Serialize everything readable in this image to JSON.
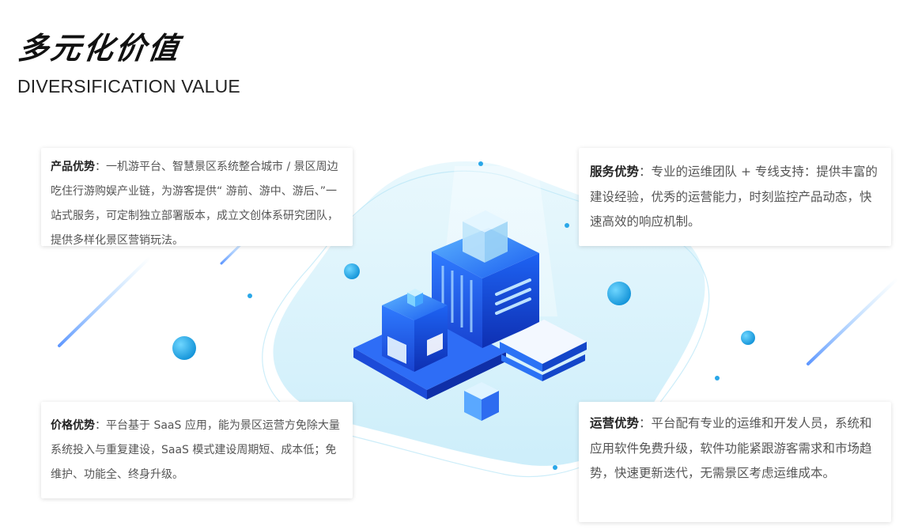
{
  "header": {
    "title": "多元化价值",
    "subtitle": "DIVERSIFICATION VALUE"
  },
  "cards": {
    "product": {
      "label": "产品优势",
      "text": "：一机游平台、智慧景区系统整合城市 / 景区周边吃住行游购娱产业链，为游客提供“ 游前、游中、游后、”一站式服务，可定制独立部署版本，成立文创体系研究团队，提供多样化景区营销玩法。"
    },
    "service": {
      "label": "服务优势",
      "text": "：专业的运维团队 + 专线支持：提供丰富的建设经验，优秀的运营能力，时刻监控产品动态，快速高效的响应机制。"
    },
    "price": {
      "label": "价格优势",
      "text": "：平台基于 SaaS 应用，能为景区运营方免除大量系统投入与重复建设，SaaS 模式建设周期短、成本低；免维护、功能全、终身升级。"
    },
    "operation": {
      "label": "运营优势",
      "text": "：平台配有专业的运维和开发人员，系统和应用软件免费升级，软件功能紧跟游客需求和市场趋势，快速更新迭代，无需景区考虑运维成本。"
    }
  },
  "colors": {
    "accent": "#1f78ff",
    "blob": "#dff4fc",
    "orb": "#27a7e8"
  }
}
